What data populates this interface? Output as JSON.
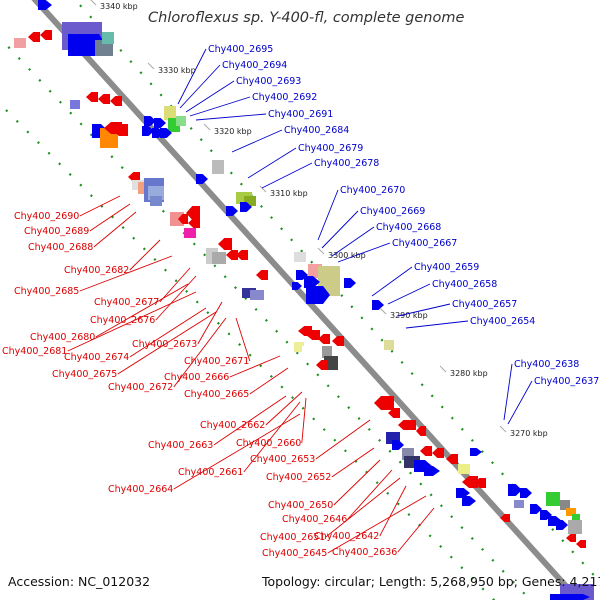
{
  "title": "Chloroflexus sp. Y-400-fl, complete genome",
  "footer": {
    "accession": "Accession: NC_012032",
    "summary": "Topology: circular; Length: 5,268,950 bp; Genes: 4,217"
  },
  "colors": {
    "forward": "#0000ee",
    "reverse": "#ee0000",
    "axis": "#8c8c8c",
    "gc_dots": "#1f8f1f"
  },
  "scale_ticks": [
    "3340 kbp",
    "3330 kbp",
    "3320 kbp",
    "3310 kbp",
    "3300 kbp",
    "3290 kbp",
    "3280 kbp",
    "3270 kbp"
  ],
  "forward_labels": [
    "Chy400_2695",
    "Chy400_2694",
    "Chy400_2693",
    "Chy400_2692",
    "Chy400_2691",
    "Chy400_2684",
    "Chy400_2679",
    "Chy400_2678",
    "Chy400_2670",
    "Chy400_2669",
    "Chy400_2668",
    "Chy400_2667",
    "Chy400_2659",
    "Chy400_2658",
    "Chy400_2657",
    "Chy400_2654",
    "Chy400_2638",
    "Chy400_2637"
  ],
  "reverse_labels": [
    "Chy400_2690",
    "Chy400_2689",
    "Chy400_2688",
    "Chy400_2682",
    "Chy400_2685",
    "Chy400_2677",
    "Chy400_2676",
    "Chy400_2680",
    "Chy400_2681",
    "Chy400_2673",
    "Chy400_2674",
    "Chy400_2675",
    "Chy400_2671",
    "Chy400_2672",
    "Chy400_2666",
    "Chy400_2665",
    "Chy400_2662",
    "Chy400_2663",
    "Chy400_2660",
    "Chy400_2661",
    "Chy400_2653",
    "Chy400_2664",
    "Chy400_2652",
    "Chy400_2650",
    "Chy400_2646",
    "Chy400_2651",
    "Chy400_2642",
    "Chy400_2645",
    "Chy400_2636"
  ]
}
